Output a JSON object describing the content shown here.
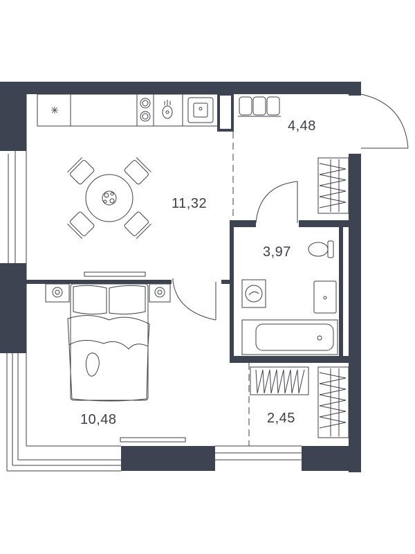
{
  "colors": {
    "wall": "#3d4350",
    "line": "#3c3f4a",
    "bg": "#ffffff"
  },
  "rooms": [
    {
      "id": "hall",
      "area": "4,48"
    },
    {
      "id": "kitchen-living",
      "area": "11,32"
    },
    {
      "id": "bathroom",
      "area": "3,97"
    },
    {
      "id": "bedroom",
      "area": "10,48"
    },
    {
      "id": "wardrobe",
      "area": "2,45"
    }
  ],
  "furniture_icons": [
    "sink-icon",
    "stove-icon",
    "kitchen-sink-icon",
    "dining-table-icon",
    "chair-icon",
    "double-bed-icon",
    "nightstand-icon",
    "tv-icon",
    "toilet-icon",
    "washbasin-icon",
    "washing-machine-icon",
    "bathtub-icon",
    "wardrobe-icon",
    "shoe-rack-icon",
    "door-icon"
  ]
}
